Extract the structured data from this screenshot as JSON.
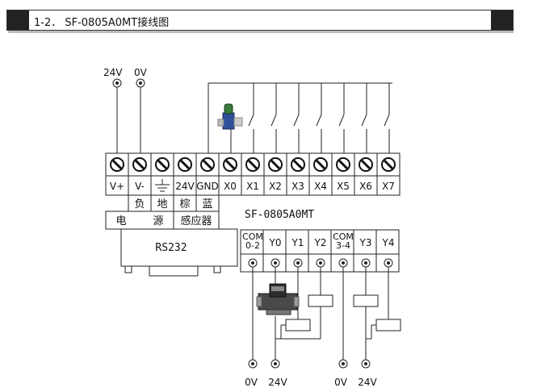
{
  "header": {
    "title": "1-2． SF-0805A0MT接线图"
  },
  "input_side": {
    "supply_labels": [
      "24V",
      "0V"
    ],
    "terminals": [
      "V+",
      "V-",
      "",
      "24V",
      "GND",
      "X0",
      "X1",
      "X2",
      "X3",
      "X4",
      "X5",
      "X6",
      "X7"
    ],
    "sub_labels": [
      "负",
      "地",
      "棕",
      "蓝"
    ],
    "group_labels": [
      "电",
      "源",
      "感应器"
    ],
    "port_label": "RS232"
  },
  "output_side": {
    "model_label": "SF-0805A0MT",
    "terminals": [
      "COM\n0-2",
      "Y0",
      "Y1",
      "Y2",
      "COM\n3-4",
      "Y3",
      "Y4"
    ],
    "bottom_labels": [
      "0V",
      "24V",
      "0V",
      "24V"
    ]
  },
  "colors": {
    "ink": "#222222",
    "header_block": "#222222",
    "valve_body": "#3a3a3a",
    "sensor_accent": "#3a7a3a"
  }
}
